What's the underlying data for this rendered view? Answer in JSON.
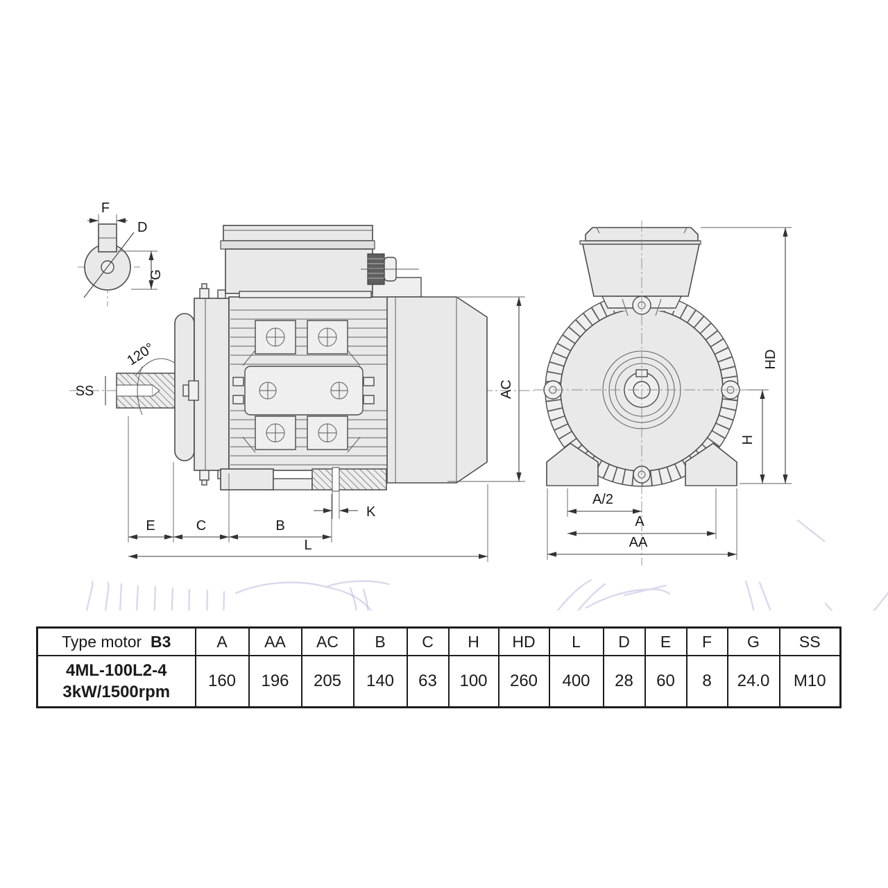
{
  "labels": {
    "f": "F",
    "d": "D",
    "g": "G",
    "ss": "SS",
    "angle": "120°",
    "ac": "AC",
    "k": "K",
    "e": "E",
    "c": "C",
    "b": "B",
    "l": "L",
    "hd": "HD",
    "h": "H",
    "a_half": "A/2",
    "a": "A",
    "aa": "AA"
  },
  "table": {
    "header": {
      "type_label": "Type motor",
      "mount_code": "B3",
      "dim_cols": [
        "A",
        "AA",
        "AC",
        "B",
        "C",
        "H",
        "HD",
        "L",
        "D",
        "E",
        "F",
        "G",
        "SS"
      ]
    },
    "row": {
      "model": "4ML-100L2-4",
      "power_speed": "3kW/1500rpm",
      "values": [
        "160",
        "196",
        "205",
        "140",
        "63",
        "100",
        "260",
        "400",
        "28",
        "60",
        "8",
        "24.0",
        "M10"
      ]
    }
  },
  "colors": {
    "line": "#4a4a4a",
    "fill_light": "#e9e9e9",
    "dimension": "#3c3c3c",
    "table_border": "#1d1d1d",
    "watermark": "#b8b2d8"
  }
}
